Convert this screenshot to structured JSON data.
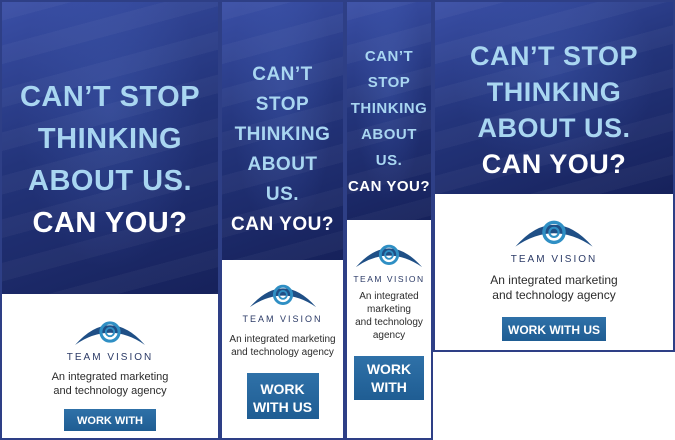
{
  "headline": {
    "line1": "CAN’T STOP",
    "line2": "THINKING",
    "line3": "ABOUT US.",
    "question": "CAN YOU?",
    "line1_short": "CAN’T",
    "line2_short": "STOP",
    "line4_short": "ABOUT",
    "line5_short": "US."
  },
  "brand": {
    "name": "TEAM VISION",
    "tagline_line1": "An integrated marketing",
    "tagline_line2": "and technology agency",
    "tagline_b3_1": "An integrated",
    "tagline_b3_2": "marketing",
    "tagline_b3_3": "and technology",
    "tagline_b3_4": "agency",
    "logo_icon": "eye-icon"
  },
  "cta": {
    "label": "WORK WITH US",
    "label_line1": "WORK",
    "label_line2": "WITH US"
  },
  "colors": {
    "navy": "#23347a",
    "headline_blue": "#a9d6f1",
    "cta_blue": "#1f5d93",
    "border": "#2e3f86"
  }
}
